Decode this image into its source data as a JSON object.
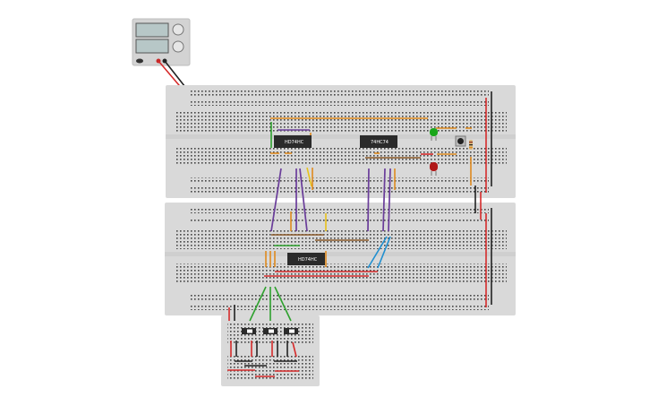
{
  "chips": [
    {
      "label": "HD74HC"
    },
    {
      "label": "74HC74"
    },
    {
      "label": "HD74HC"
    }
  ],
  "power_supply": {
    "display_1": "",
    "display_2": ""
  },
  "colors": {
    "breadboard": "#d9d9d9",
    "hole": "#3a3a3a",
    "wire_red": "#d62a2a",
    "wire_black": "#222222",
    "wire_orange": "#e08a1e",
    "wire_purple": "#6a3d9a",
    "wire_green": "#2ea12e",
    "wire_blue": "#1f8fd0",
    "wire_brown": "#8b5a2b",
    "wire_yellow": "#e8c21a",
    "led_green": "#1aa61a",
    "led_red": "#b01818",
    "chip": "#2b2b2b"
  },
  "components": {
    "led_green": "green-led",
    "led_red": "red-led",
    "button": "push-button",
    "resistor": "resistor",
    "dip_switches": 3
  }
}
